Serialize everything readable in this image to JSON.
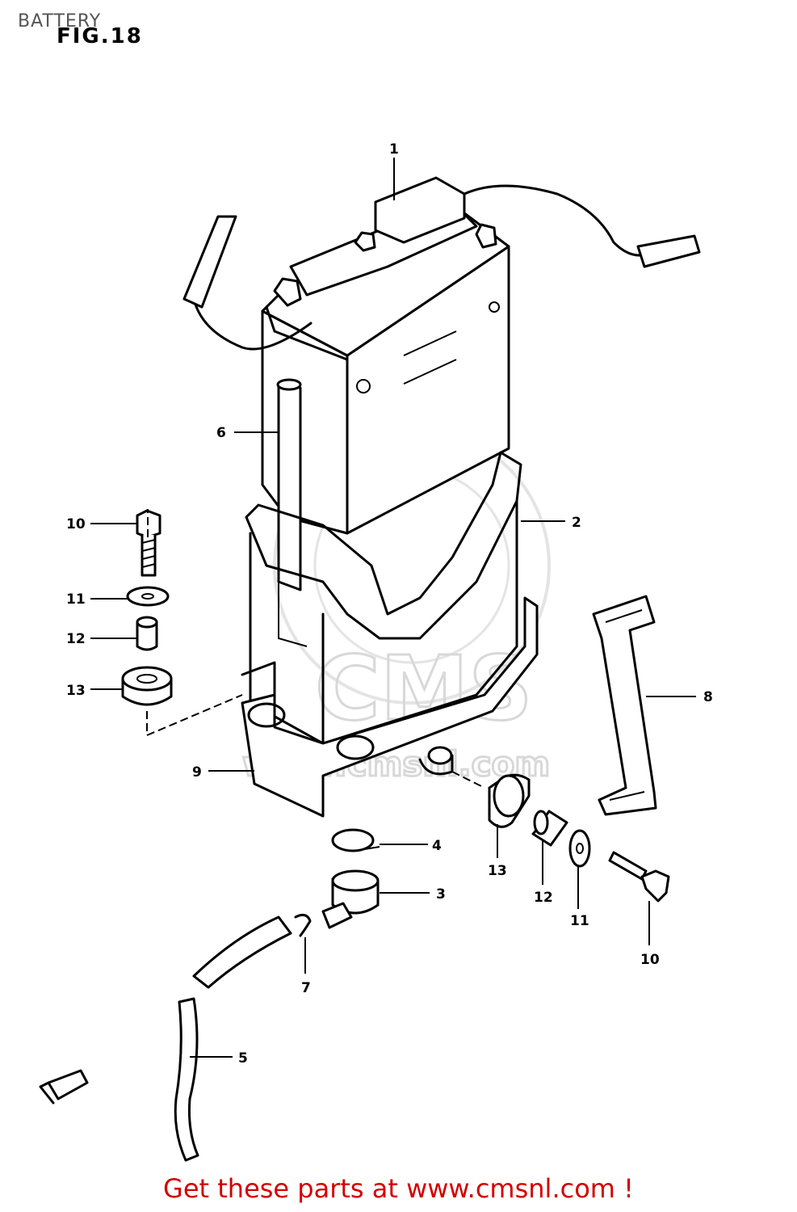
{
  "header": {
    "title": "BATTERY",
    "figure": "FIG.18"
  },
  "watermark": {
    "brand": "CMS",
    "url": "www.cmsnl.com"
  },
  "callouts": [
    "1",
    "2",
    "3",
    "4",
    "5",
    "6",
    "7",
    "8",
    "9",
    "10",
    "11",
    "12",
    "13"
  ],
  "footer": {
    "link_text": "Get these parts at www.cmsnl.com !"
  }
}
